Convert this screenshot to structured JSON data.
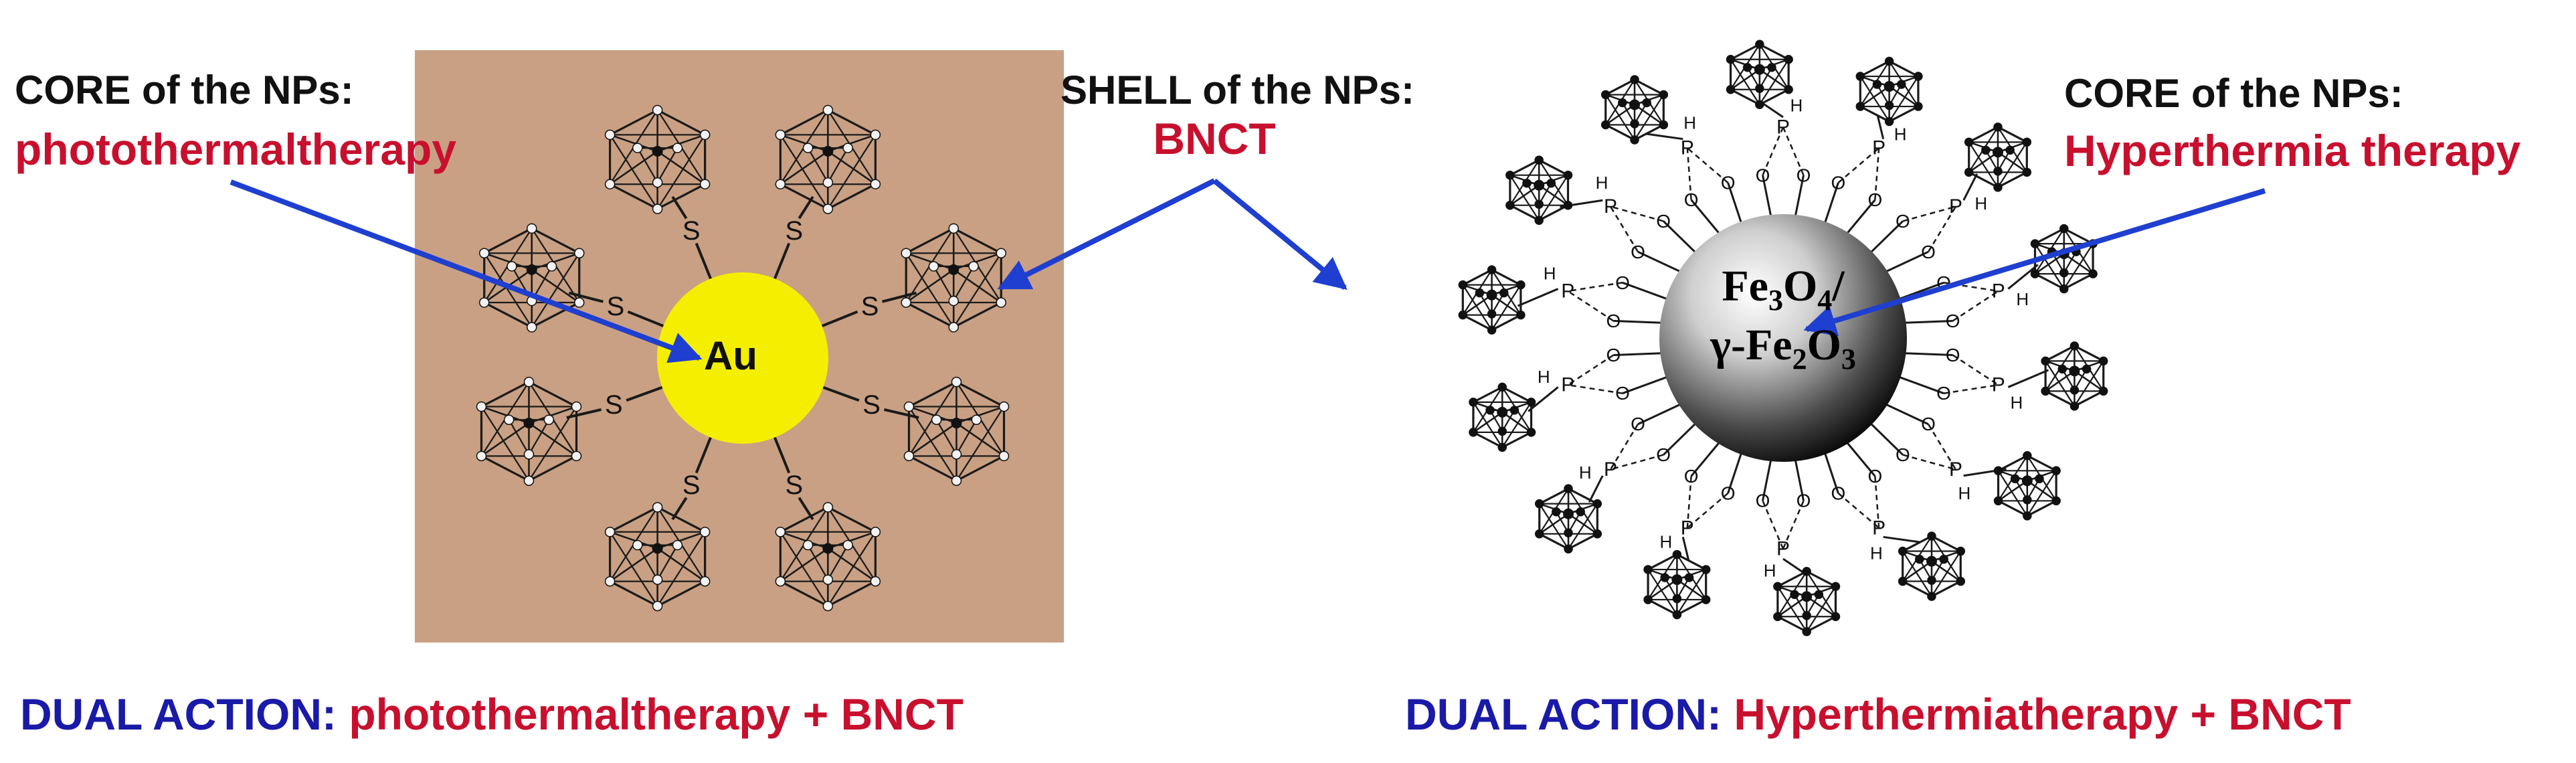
{
  "left_panel": {
    "core_heading": "CORE of the NPs:",
    "core_therapy": "photothermaltherapy",
    "core_symbol": "Au",
    "linker_atom": "S",
    "background_color": "#c9a083",
    "core_color": "#f4ef00"
  },
  "shell": {
    "heading": "SHELL of the NPs:",
    "therapy": "BNCT"
  },
  "right_panel": {
    "core_heading": "CORE of the NPs:",
    "core_therapy": "Hyperthermia therapy",
    "core_formula_line1": "Fe",
    "sub_3": "3",
    "oxide_symbol": "O",
    "sub_4": "4",
    "slash": "/",
    "core_formula_line2_prefix": "γ-Fe",
    "sub_2": "2",
    "sub_3b": "3",
    "phosphorus_atom": "P",
    "oxygen_atom": "O",
    "hydrogen_atom": "H"
  },
  "footer": {
    "left_prefix": "DUAL ACTION:",
    "left_suffix": "photothermaltherapy + BNCT",
    "right_prefix": "DUAL ACTION:",
    "right_suffix": "Hyperthermiatherapy + BNCT"
  },
  "colors": {
    "arrow": "#1f3fd0",
    "heading_red": "#c8102e",
    "footer_blue": "#1a1aa8"
  }
}
